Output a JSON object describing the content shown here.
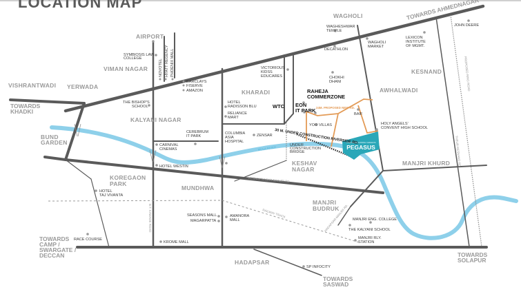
{
  "title": "LOCATION MAP",
  "colors": {
    "road": "#5a5a5a",
    "river": "#8ed0ea",
    "proposed_road": "#e39a55",
    "project": "#2aa7b8",
    "area_label": "#9a9a9a",
    "poi_label": "#3a3a3a"
  },
  "project": {
    "name": "PEGASUS",
    "subtitle": "TOWNSHIP GODREJ GREENS"
  },
  "areas": {
    "wagholi": "WAGHOLI",
    "airport": "AIRPORT",
    "viman_nagar": "VIMAN NAGAR",
    "vishrantwadi": "VISHRANTWADI",
    "yerwada": "YERWADA",
    "kharadi": "KHARADI",
    "kesnand": "KESNAND",
    "awhalwadi": "AWHALWADI",
    "kalyani_nagar": "KALYANI NAGAR",
    "bund_garden_1": "BUND",
    "bund_garden_2": "GARDEN",
    "koregaon_1": "KOREGAON",
    "koregaon_2": "PARK",
    "mundhwa": "MUNDHWA",
    "keshav_1": "KESHAV",
    "keshav_2": "NAGAR",
    "manjri_khurd": "MANJRI KHURD",
    "manjri_budruk_1": "MANJRI",
    "manjri_budruk_2": "BUDRUK",
    "hadapsar": "HADAPSAR"
  },
  "towards": {
    "ahmednagar": "TOWARDS AHMEDNAGAR",
    "khadki_1": "TOWARDS",
    "khadki_2": "KHADKI",
    "camp_1": "TOWARDS",
    "camp_2": "CAMP /",
    "camp_3": "SWARGATE /",
    "camp_4": "DECCAN",
    "solapur_1": "TOWARDS",
    "solapur_2": "SOLAPUR",
    "saswad_1": "TOWARDS",
    "saswad_2": "SASWAD"
  },
  "landmarks": {
    "wagheshwar_1": "WAGHESHWAR",
    "wagheshwar_2": "TEMPLE",
    "decathlon": "DECATHLON",
    "wagholi_market_1": "WAGHOLI",
    "wagholi_market_2": "MARKET",
    "lexicon_1": "LEXICON",
    "lexicon_2": "INSTITUTE",
    "lexicon_3": "OF MGMT.",
    "john_deere": "JOHN DEERE",
    "symbiosis_1": "SYMBIOSIS LAW",
    "symbiosis_2": "COLLEGE",
    "novotel": "NOVOTEL",
    "hyatt": "HYATT REGENCY",
    "phoenix": "PHOENIX MALL",
    "barclays": "BARCLAYS",
    "fiserve": "FISERVE",
    "amazon": "AMAZON",
    "victorious_1": "VICTORIOUS",
    "victorious_2": "KIDSS",
    "victorious_3": "EDUCARES",
    "chokhi_1": "CHOKHI",
    "chokhi_2": "DHANI",
    "raheja_1": "RAHEJA",
    "raheja_2": "COMMERZONE",
    "eon_1": "EON",
    "eon_2": "IT PARK",
    "wtc": "WTC",
    "bishops_1": "THE BISHOP'S",
    "bishops_2": "SCHOOL",
    "radisson_1": "HOTEL",
    "radisson_2": "RADISSON BLU",
    "reliance_1": "RELIANCE",
    "reliance_2": "MART",
    "yoo_villas": "YOO VILLAS",
    "baif": "BAIF",
    "holy_angels_1": "HOLY ANGELS'",
    "holy_angels_2": "CONVENT HIGH SCHOOL",
    "cerebrum_1": "CEREBRUM",
    "cerebrum_2": "IT PARK",
    "carnival_1": "CARNIVAL",
    "carnival_2": "CINEMAS",
    "columbia_1": "COLUMBIA",
    "columbia_2": "ASIA",
    "columbia_3": "HOSPITAL",
    "zensar": "ZENSAR",
    "hotel_westin": "HOTEL WESTIN",
    "taj_1": "HOTEL",
    "taj_2": "TAJ VIVANTA",
    "seasons_mall": "SEASONS MALL",
    "magarpatta": "MAGARPATTA",
    "amanora_1": "AMANORA",
    "amanora_2": "MALL",
    "race_course": "RACE COURSE",
    "krome_mall": "KROME MALL",
    "manjri_eng": "MANJRI ENG. COLLEGE",
    "kalyani_school": "THE KALYANI SCHOOL",
    "manjri_rly_1": "MANJRI RLY.",
    "manjri_rly_2": "STATION",
    "sp_infocity": "SP INFOCITY",
    "under_bridge_1": "UNDER",
    "under_bridge_2": "CONSTRUCTION",
    "under_bridge_3": "BRIDGE"
  },
  "roads": {
    "riverside": "30 M. UNDER CONSTRUCTION RIVERSIDE RD.",
    "proposed_new": "24M. PROPOSED NEW RD.",
    "mula_river": "MULA RIVER",
    "keshav_manjri": "KESHAV NAGAR-MANJRI RD.",
    "railway": "RAILWAY TRACK",
    "hadapsar_manjri": "HADAPSAR-MANJRI RD.",
    "thеur_kesnand": "THEUR-KESNAND RD.",
    "proposed_ring": "PROPOSED RING ROAD",
    "ghorpadi": "B.T. KAWADE ROAD"
  }
}
